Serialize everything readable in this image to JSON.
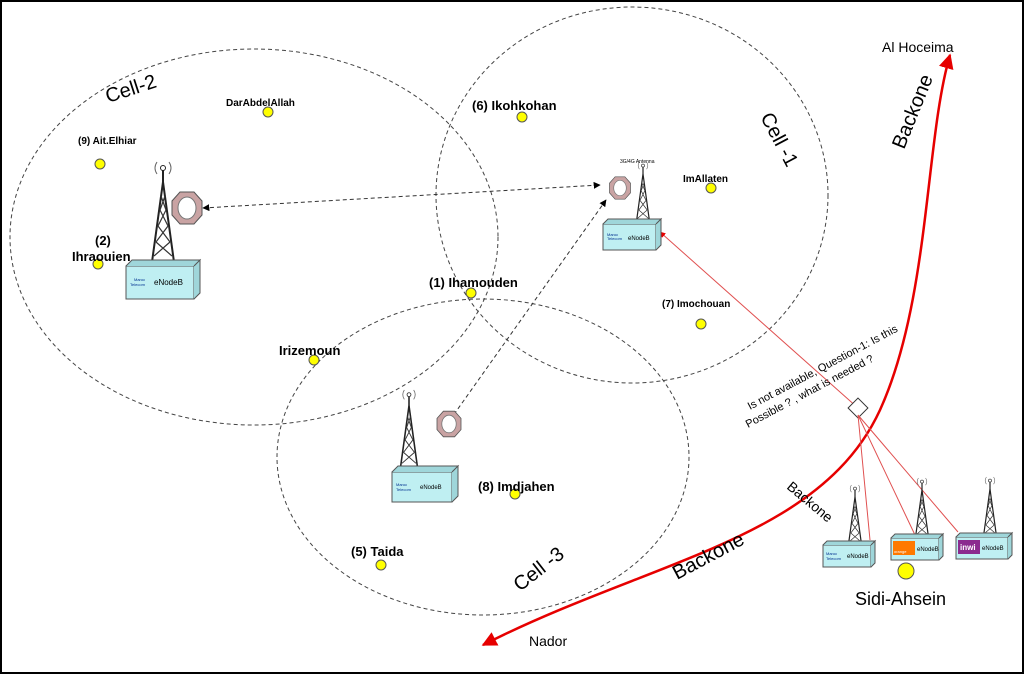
{
  "cells": {
    "cell1": "Cell -1",
    "cell2": "Cell-2",
    "cell3": "Cell -3"
  },
  "villages": {
    "ikohkohan": "(6) Ikohkohan",
    "darabdelallah": "DarAbdelAllah",
    "aitelhiar": "(9) Ait.Elhiar",
    "imallaten": "ImAllaten",
    "ihraouien_num": "(2)",
    "ihraouien": "Ihraouien",
    "ihamouden": "(1) Ihamouden",
    "imochouan": "(7) Imochouan",
    "irizemoun": "Irizemoun",
    "imdjahen": "(8) Imdjahen",
    "taida": "(5) Taida"
  },
  "places": {
    "alhoceima": "Al Hoceima",
    "nador": "Nador",
    "sidiahsein": "Sidi-Ahsein"
  },
  "backbone": {
    "label_top": "Backone",
    "label_bottom": "Backone",
    "label_small": "Backone"
  },
  "question": {
    "line1": "Is not available, Question-1: Is this",
    "line2": "Possible ? , what is needed ?"
  },
  "antenna_label": "3G/4G Antenna",
  "enodeb": {
    "label": "eNodeB"
  },
  "operators": {
    "maroc_line1": "Maroc",
    "maroc_line2": "Telecom",
    "orange": "orange",
    "inwi": "inwi"
  },
  "colors": {
    "village_dot": "#ffff00",
    "backbone": "#e60000",
    "link": "#e06060",
    "box": "#bfeff2",
    "orange": "#ff7900",
    "inwi": "#8b2b8f"
  }
}
